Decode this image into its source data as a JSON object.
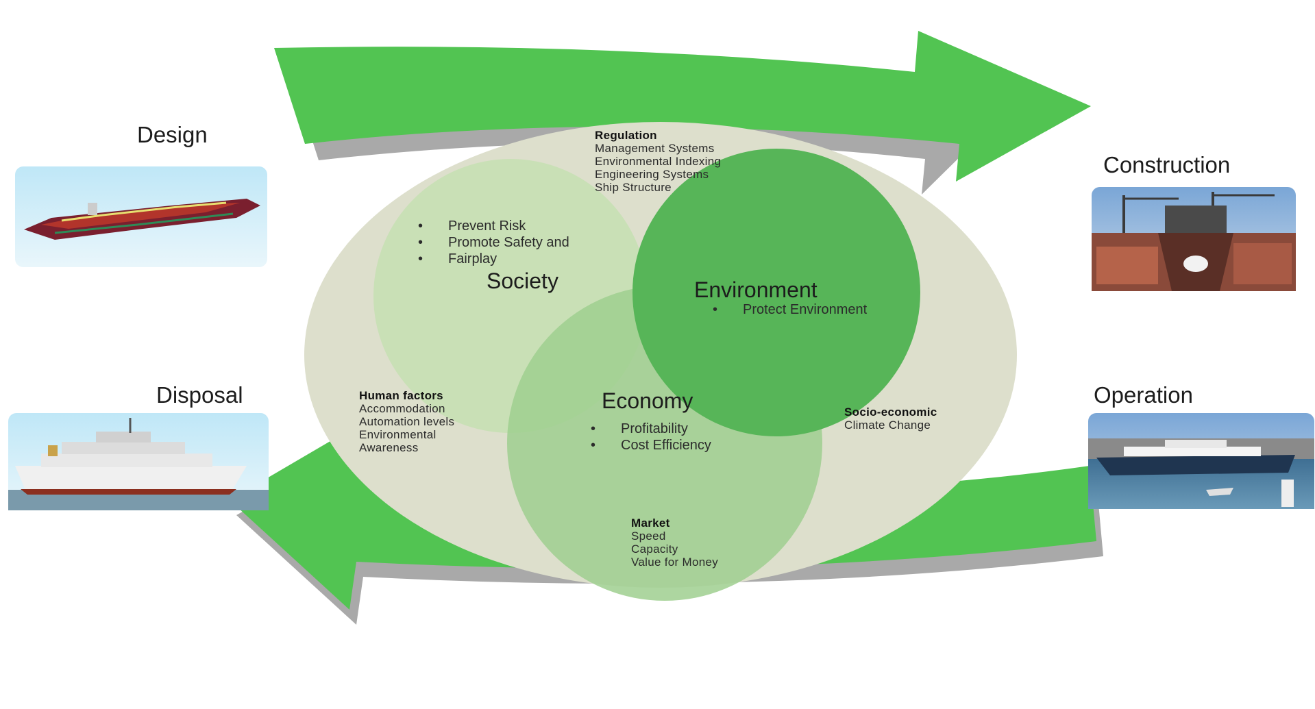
{
  "stages": {
    "design": "Design",
    "construction": "Construction",
    "operation": "Operation",
    "disposal": "Disposal"
  },
  "circles": {
    "society": {
      "title": "Society",
      "bullets": [
        "Prevent Risk",
        "Promote Safety and",
        "Fairplay"
      ]
    },
    "environment": {
      "title": "Environment",
      "bullets": [
        "Protect Environment"
      ]
    },
    "economy": {
      "title": "Economy",
      "bullets": [
        "Profitability",
        "Cost Efficiency"
      ]
    }
  },
  "factors": {
    "regulation": {
      "heading": "Regulation",
      "items": [
        "Management Systems",
        "Environmental Indexing",
        "Engineering Systems",
        "Ship Structure"
      ]
    },
    "human_factors": {
      "heading": "Human factors",
      "items": [
        "Accommodation",
        "Automation levels",
        "Environmental",
        "Awareness"
      ]
    },
    "socio_economic": {
      "heading": "Socio-economic",
      "items": [
        "Climate Change"
      ]
    },
    "market": {
      "heading": "Market",
      "items": [
        "Speed",
        "Capacity",
        "Value for Money"
      ]
    }
  },
  "colors": {
    "arrow_green": "#52c452",
    "arrow_shadow": "#a9a9a9",
    "outer_disk": "#dddfcc",
    "society_circle": "#c7dfb4",
    "environment_circle": "#57b558",
    "economy_circle": "#9fcf8f"
  }
}
